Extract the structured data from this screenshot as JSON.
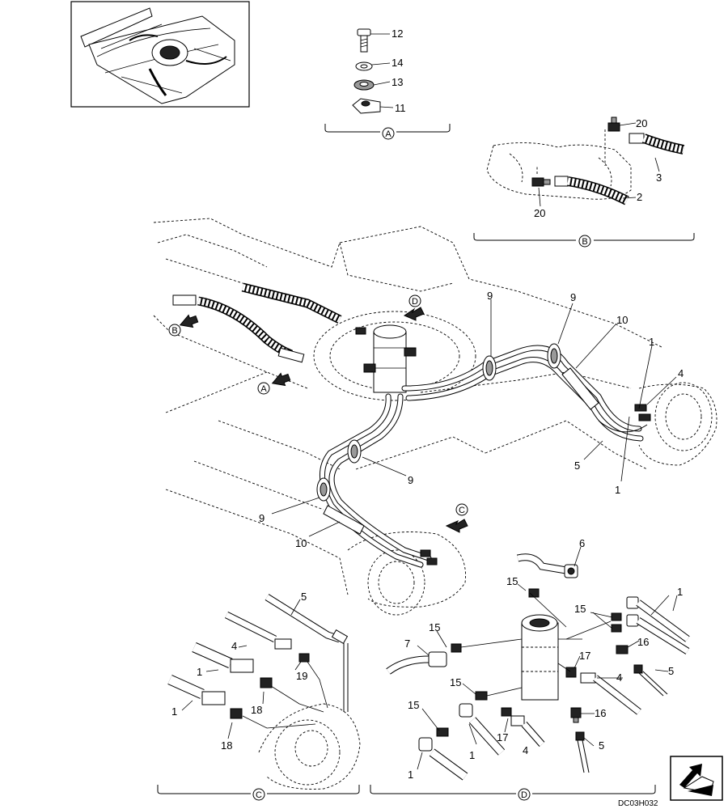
{
  "drawing_code": "DC03H032",
  "sections": {
    "A": "A",
    "B": "B",
    "C": "C",
    "D": "D"
  },
  "callouts": {
    "A_12": "12",
    "A_14": "14",
    "A_13": "13",
    "A_11": "11",
    "B_20a": "20",
    "B_3": "3",
    "B_2": "2",
    "B_20b": "20",
    "M_9a": "9",
    "M_9b": "9",
    "M_10a": "10",
    "M_1a": "1",
    "M_4": "4",
    "M_5": "5",
    "M_1b": "1",
    "M_9c": "9",
    "M_9d": "9",
    "M_10b": "10",
    "C_5": "5",
    "C_4": "4",
    "C_1a": "1",
    "C_19": "19",
    "C_1b": "1",
    "C_18a": "18",
    "C_18b": "18",
    "D_6": "6",
    "D_15a": "15",
    "D_15b": "15",
    "D_1a": "1",
    "D_15c": "15",
    "D_7": "7",
    "D_16a": "16",
    "D_17a": "17",
    "D_5a": "5",
    "D_15d": "15",
    "D_4": "4",
    "D_15e": "15",
    "D_16b": "16",
    "D_17b": "17",
    "D_5b": "5",
    "D_1b": "1",
    "D_1c": "1"
  },
  "icons": {
    "overview": "excavator-undercarriage-thumbnail",
    "nav": "page-turn-arrow-icon"
  }
}
